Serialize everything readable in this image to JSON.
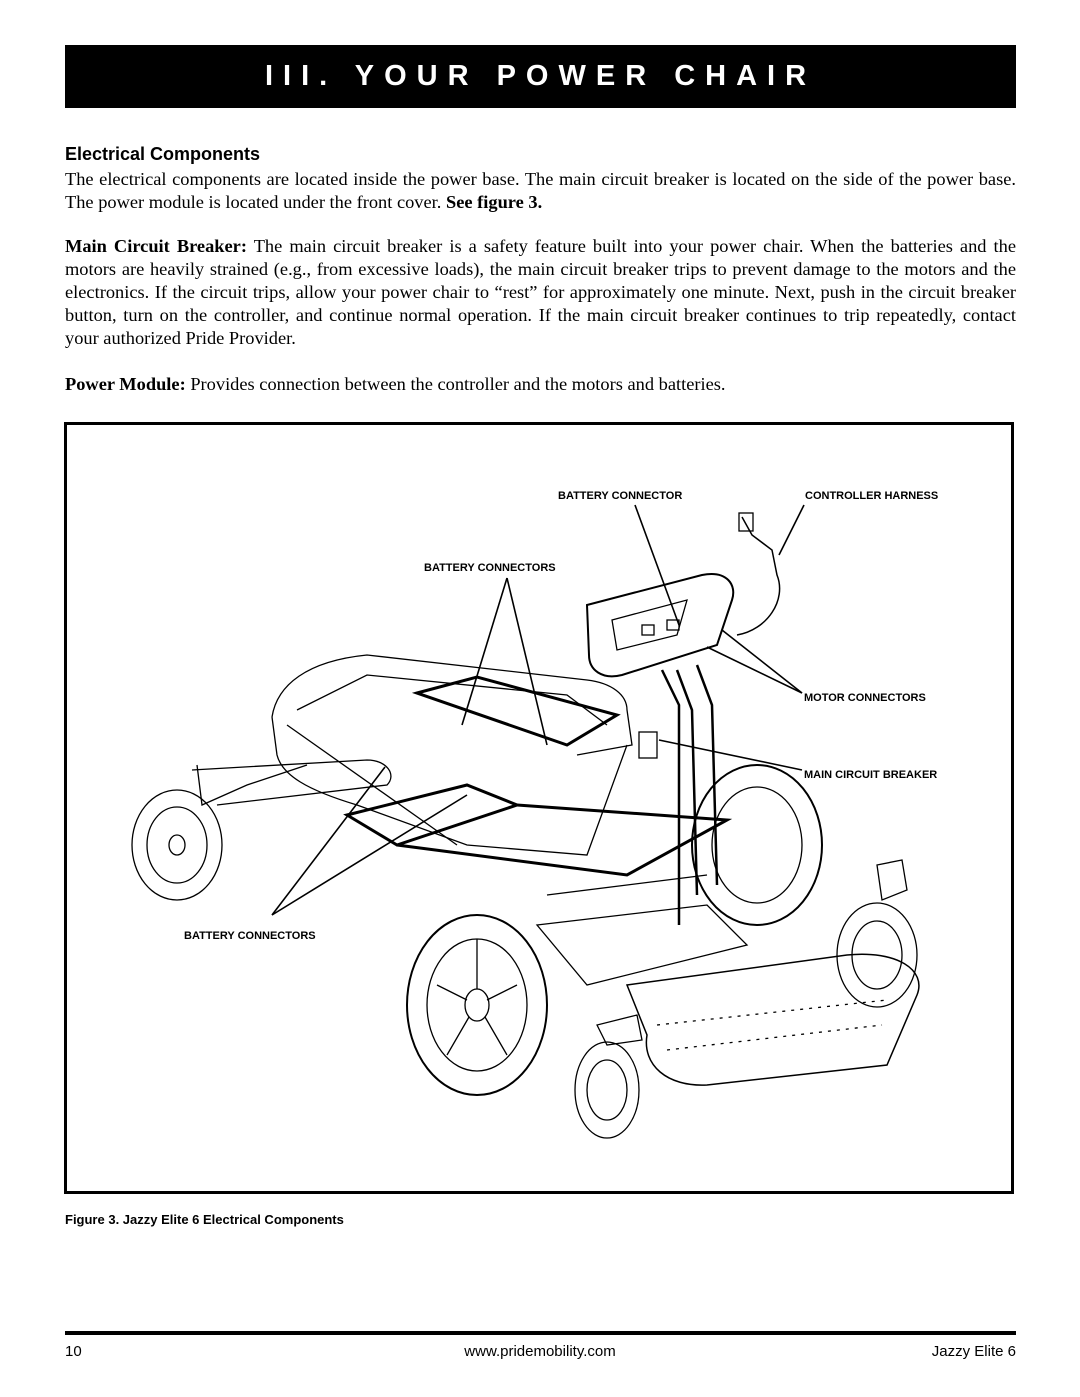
{
  "header": {
    "title": "III. YOUR POWER CHAIR"
  },
  "section": {
    "title": "Electrical Components"
  },
  "paragraphs": {
    "intro": "The electrical components are located inside the power base. The main circuit breaker is located on the side of the power base. The power module is located under the front cover.",
    "intro_ref": "See figure 3.",
    "breaker_term": "Main Circuit Breaker:",
    "breaker_text": "The main circuit breaker is a safety feature built into your power chair. When the batteries and the motors are heavily strained (e.g., from excessive loads), the main circuit breaker trips to prevent damage to the motors and the electronics. If the circuit trips, allow your power chair to “rest” for approximately one minute. Next, push in the circuit breaker button, turn on the controller, and continue normal operation. If the main circuit breaker continues to trip repeatedly, contact your authorized Pride Provider.",
    "module_term": "Power Module:",
    "module_text": "Provides connection between the controller and the motors and batteries."
  },
  "figure": {
    "labels": {
      "battery_connector": "BATTERY CONNECTOR",
      "controller_harness": "CONTROLLER HARNESS",
      "battery_connectors_top": "BATTERY CONNECTORS",
      "motor_connectors": "MOTOR CONNECTORS",
      "main_circuit_breaker": "MAIN CIRCUIT BREAKER",
      "battery_connectors_bottom": "BATTERY CONNECTORS"
    },
    "caption": "Figure 3. Jazzy Elite 6 Electrical Components"
  },
  "footer": {
    "page_number": "10",
    "website": "www.pridemobility.com",
    "product": "Jazzy Elite 6"
  }
}
